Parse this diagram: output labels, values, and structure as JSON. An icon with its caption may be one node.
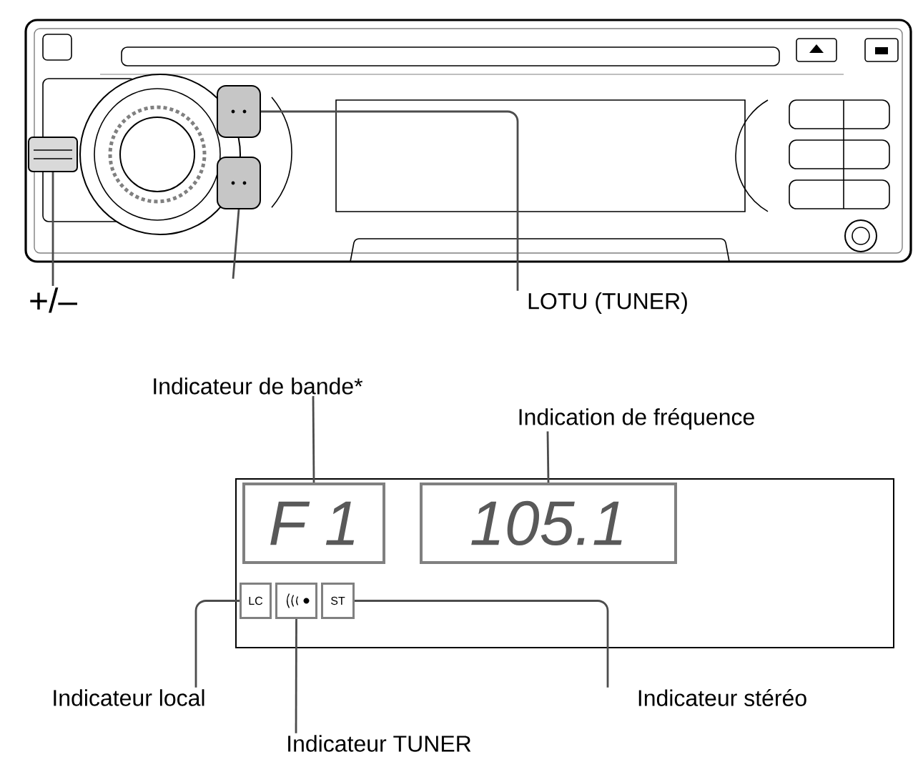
{
  "diagram": {
    "nodes": [
      {
        "text": [
          "+/–"
        ]
      },
      {
        "text": [],
        "shape": "box"
      },
      {
        "text": [],
        "shape": "box"
      },
      {
        "text": [],
        "shape": "box"
      },
      {
        "text": [
          "LOTU (TUNER)"
        ]
      },
      {
        "text": [
          "Indicateur de bande*"
        ]
      },
      {
        "text": [
          "Indication de fréquence"
        ]
      },
      {
        "text": [],
        "shape": "box"
      },
      {
        "text": [
          "F 1"
        ],
        "in": 7
      },
      {
        "text": [
          "105.1"
        ],
        "in": 7
      },
      {
        "text": [
          "LC"
        ],
        "in": 7
      },
      {
        "text": [],
        "shape": "box",
        "in": 7
      },
      {
        "text": [
          "ST"
        ],
        "in": 7
      },
      {
        "text": [
          "Indicateur local"
        ]
      },
      {
        "text": [
          "Indicateur TUNER"
        ]
      },
      {
        "text": [
          "Indicateur stéréo"
        ]
      }
    ],
    "edges": [
      {
        "from": 0,
        "to": 1,
        "arrow": "none"
      },
      {
        "from": 4,
        "to": 2,
        "arrow": "none"
      },
      {
        "from": null,
        "to": 3,
        "arrow": "none"
      },
      {
        "from": 5,
        "to": 8,
        "arrow": "none"
      },
      {
        "from": 6,
        "to": 9,
        "arrow": "none"
      },
      {
        "from": 13,
        "to": 10,
        "arrow": "none"
      },
      {
        "from": 14,
        "to": 11,
        "arrow": "none"
      },
      {
        "from": 15,
        "to": 12,
        "arrow": "none"
      }
    ]
  }
}
